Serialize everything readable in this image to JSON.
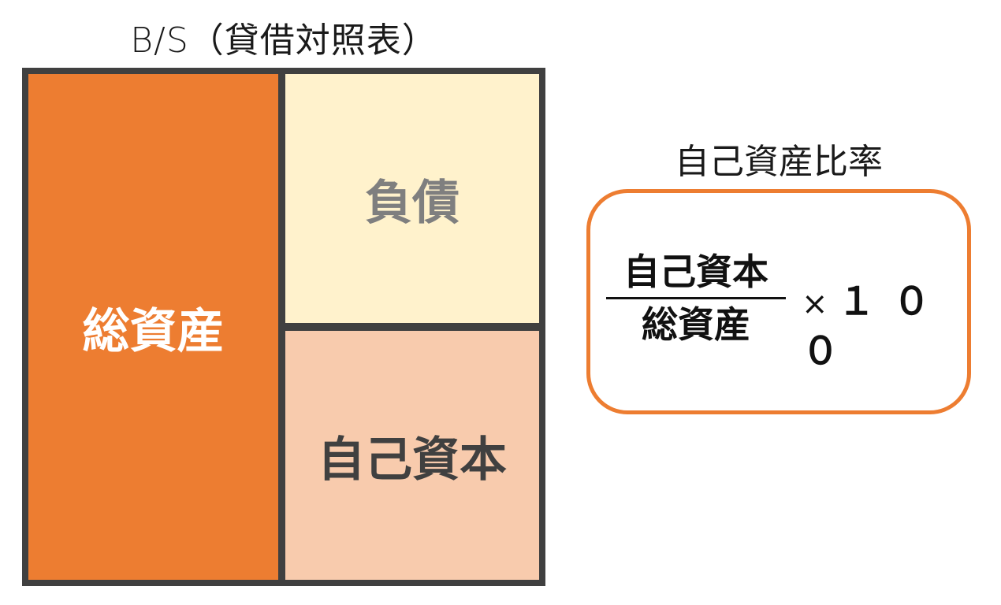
{
  "balance_sheet": {
    "title": "B/S（貸借対照表）",
    "assets": {
      "label": "総資産",
      "color": "#ed7d31",
      "text_color": "#ffffff"
    },
    "liabilities": {
      "label": "負債",
      "color": "#fff2cc",
      "text_color": "#7f7f7f"
    },
    "equity": {
      "label": "自己資本",
      "color": "#f8cbad",
      "text_color": "#404040"
    },
    "border_color": "#404040"
  },
  "ratio": {
    "title": "自己資産比率",
    "numerator": "自己資本",
    "denominator": "総資産",
    "times_symbol": "×",
    "multiplier": "１００",
    "border_color": "#ed7d31"
  }
}
